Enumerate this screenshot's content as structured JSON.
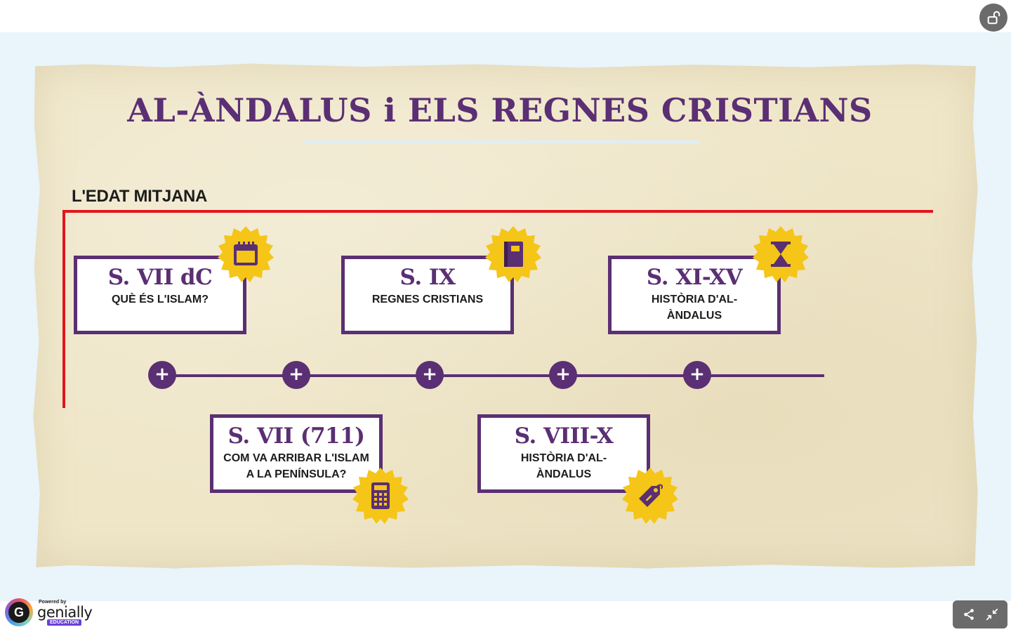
{
  "presentation": {
    "title": "AL-ÀNDALUS i ELS REGNES CRISTIANS",
    "era_label": "L'EDAT MITJANA"
  },
  "cards": [
    {
      "title": "S. VII dC",
      "subtitle": "QUÈ ÉS L'ISLAM?",
      "icon": "calendar-icon"
    },
    {
      "title": "S. IX",
      "subtitle": "REGNES CRISTIANS",
      "icon": "book-icon"
    },
    {
      "title": "S. XI-XV",
      "subtitle": "HISTÒRIA D'AL-ÀNDALUS",
      "icon": "hourglass-icon"
    },
    {
      "title": "S. VII (711)",
      "subtitle": "COM VA ARRIBAR L'ISLAM A LA PENÍNSULA?",
      "icon": "calculator-icon"
    },
    {
      "title": "S. VIII-X",
      "subtitle": "HISTÒRIA D'AL-ÀNDALUS",
      "icon": "price-tag-icon"
    }
  ],
  "timeline_points": [
    "+",
    "+",
    "+",
    "+",
    "+"
  ],
  "branding": {
    "powered_by": "Powered by",
    "name": "genially",
    "tag": "EDUCATION"
  },
  "colors": {
    "purple": "#5b2f73",
    "red": "#e1161b",
    "badge_yellow": "#f5c518",
    "paper": "#efe6c8"
  }
}
